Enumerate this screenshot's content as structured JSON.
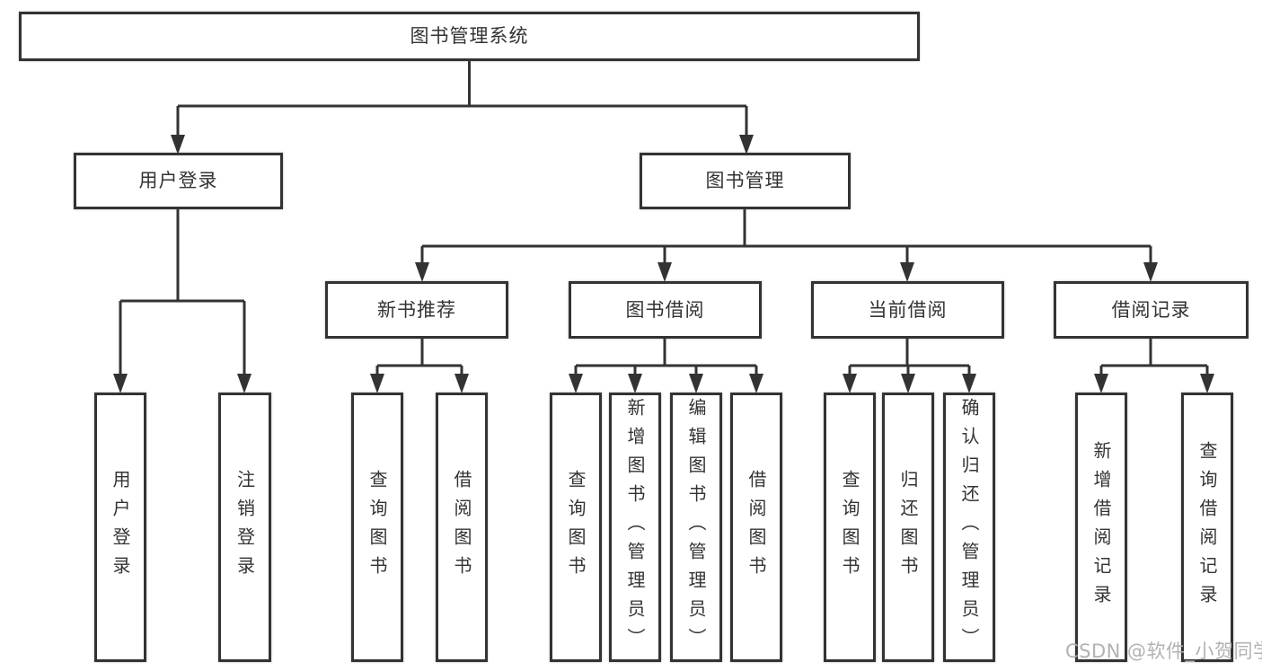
{
  "colors": {
    "line": "#333333",
    "text": "#333333",
    "background": "#ffffff",
    "watermark": "#b2b2b2"
  },
  "tree": {
    "root": {
      "label": "图书管理系统"
    },
    "branches": [
      {
        "label": "用户登录",
        "children": [
          {
            "label": "用户登录"
          },
          {
            "label": "注销登录"
          }
        ]
      },
      {
        "label": "图书管理",
        "children": [
          {
            "label": "新书推荐",
            "children": [
              {
                "label": "查询图书"
              },
              {
                "label": "借阅图书"
              }
            ]
          },
          {
            "label": "图书借阅",
            "children": [
              {
                "label": "查询图书"
              },
              {
                "label": "新增图书（管理员）"
              },
              {
                "label": "编辑图书（管理员）"
              },
              {
                "label": "借阅图书"
              }
            ]
          },
          {
            "label": "当前借阅",
            "children": [
              {
                "label": "查询图书"
              },
              {
                "label": "归还图书"
              },
              {
                "label": "确认归还（管理员）"
              }
            ]
          },
          {
            "label": "借阅记录",
            "children": [
              {
                "label": "新增借阅记录"
              },
              {
                "label": "查询借阅记录"
              }
            ]
          }
        ]
      }
    ]
  },
  "watermark": {
    "text": "CSDN @软件_小贺同学"
  }
}
